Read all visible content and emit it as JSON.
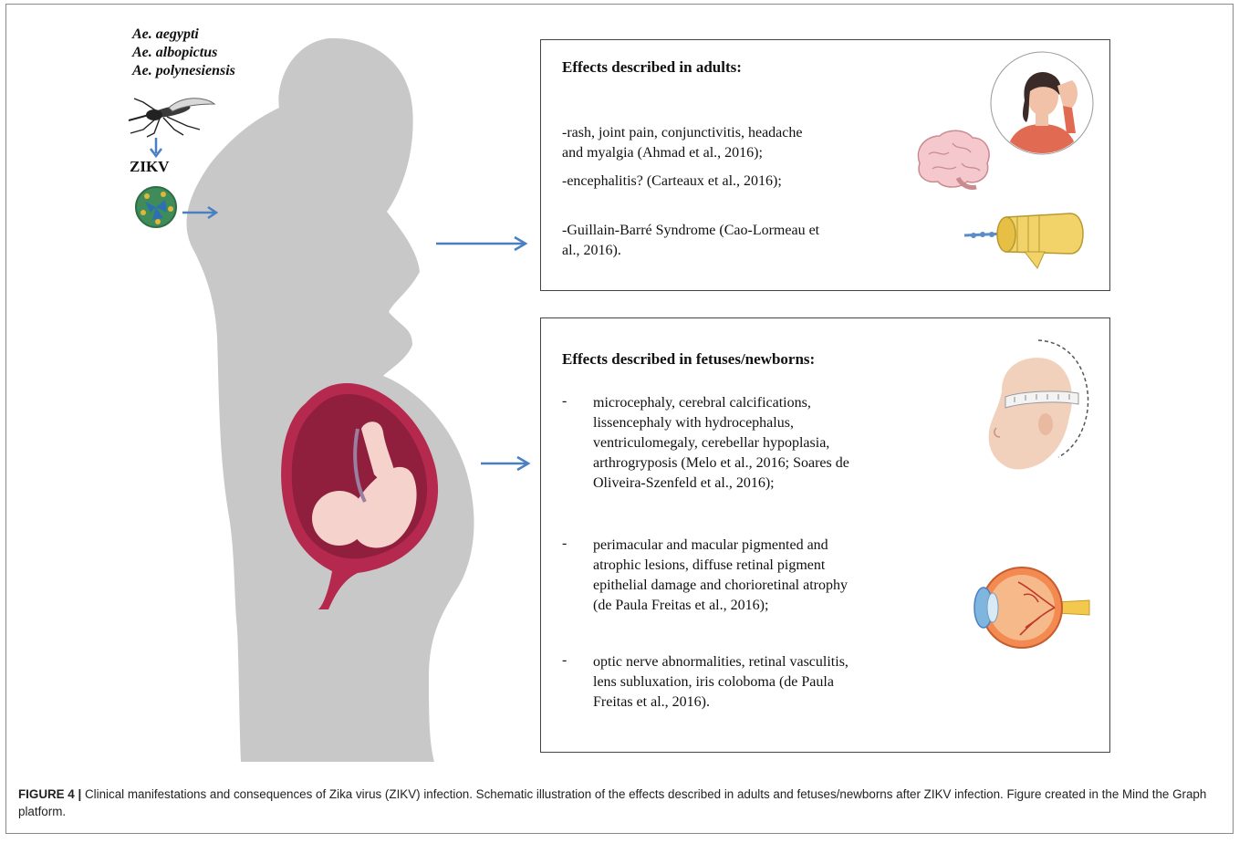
{
  "species": [
    "Ae. aegypti",
    "Ae. albopictus",
    "Ae. polynesiensis"
  ],
  "virus_label": "ZIKV",
  "adults": {
    "title": "Effects described in adults:",
    "items": [
      [
        "-rash, joint pain, conjunctivitis, headache",
        "and myalgia (Ahmad et al., 2016);"
      ],
      [
        "-encephalitis? (Carteaux et al., 2016);"
      ],
      [
        "-Guillain-Barré Syndrome (Cao-Lormeau et",
        "al., 2016)."
      ]
    ]
  },
  "fetuses": {
    "title": "Effects described in fetuses/newborns:",
    "bullet": "-",
    "items": [
      [
        "microcephaly, cerebral calcifications,",
        "lissencephaly with hydrocephalus,",
        "ventriculomegaly, cerebellar hypoplasia,",
        "arthrogryposis (Melo et al., 2016; Soares de",
        "Oliveira-Szenfeld et al., 2016);"
      ],
      [
        "perimacular and macular pigmented and",
        "atrophic lesions, diffuse retinal pigment",
        "epithelial damage and chorioretinal atrophy",
        "(de Paula Freitas et al., 2016);"
      ],
      [
        "optic nerve abnormalities, retinal vasculitis,",
        "lens subluxation, iris coloboma (de Paula",
        "Freitas et al., 2016)."
      ]
    ]
  },
  "caption": {
    "label": "FIGURE 4 |",
    "text": " Clinical manifestations and consequences of Zika virus (ZIKV) infection. Schematic illustration of the effects described in adults and fetuses/newborns after ZIKV infection. Figure created in the Mind the Graph platform."
  },
  "colors": {
    "silhouette": "#c8c8c8",
    "arrow": "#4a7fc1",
    "uterus": "#b5294e",
    "fetus": "#f6d2cc"
  }
}
